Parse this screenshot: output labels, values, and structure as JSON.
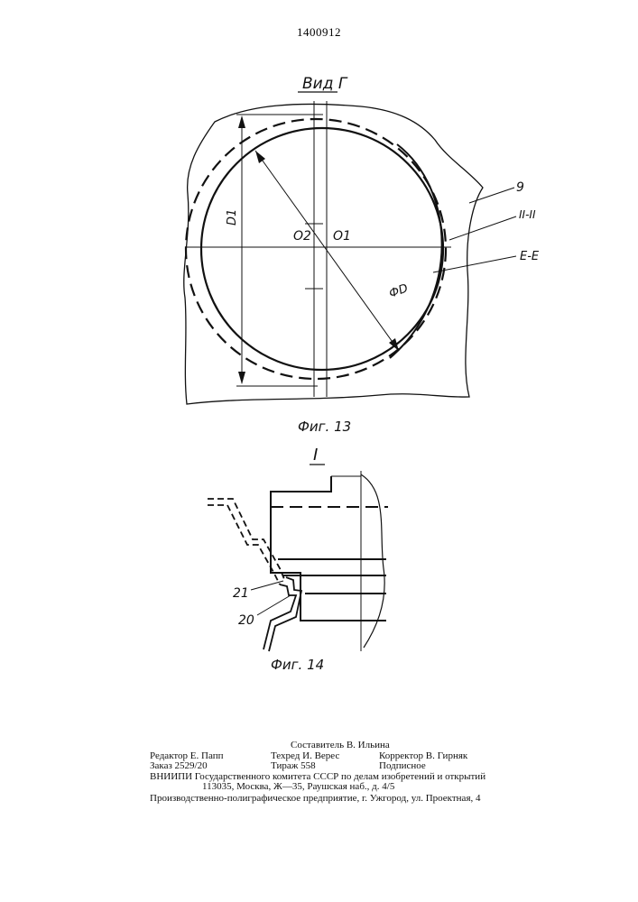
{
  "header": {
    "patent_number": "1400912"
  },
  "figure13": {
    "view_label": "Вид Г",
    "caption": "Фиг. 13",
    "labels": {
      "part_9": "9",
      "section_ii": "II-II",
      "section_ee": "E-E",
      "center_o2": "O2",
      "center_o1": "O1",
      "dim_d1": "D1",
      "dim_phi_d": "ФD"
    }
  },
  "figure14": {
    "view_label": "I",
    "caption": "Фиг. 14",
    "labels": {
      "part_21": "21",
      "part_20": "20"
    }
  },
  "footer": {
    "compiler": "Составитель В. Ильина",
    "editor": "Редактор Е. Папп",
    "techred": "Техред И. Верес",
    "corrector": "Корректор В. Гирняк",
    "order": "Заказ 2529/20",
    "circulation": "Тираж 558",
    "subscription": "Подписное",
    "vniipi": "ВНИИПИ Государственного комитета СССР по делам изобретений и открытий",
    "address": "113035, Москва, Ж—35, Раушская наб., д. 4/5",
    "plant": "Производственно-полиграфическое предприятие, г. Ужгород, ул. Проектная, 4"
  }
}
